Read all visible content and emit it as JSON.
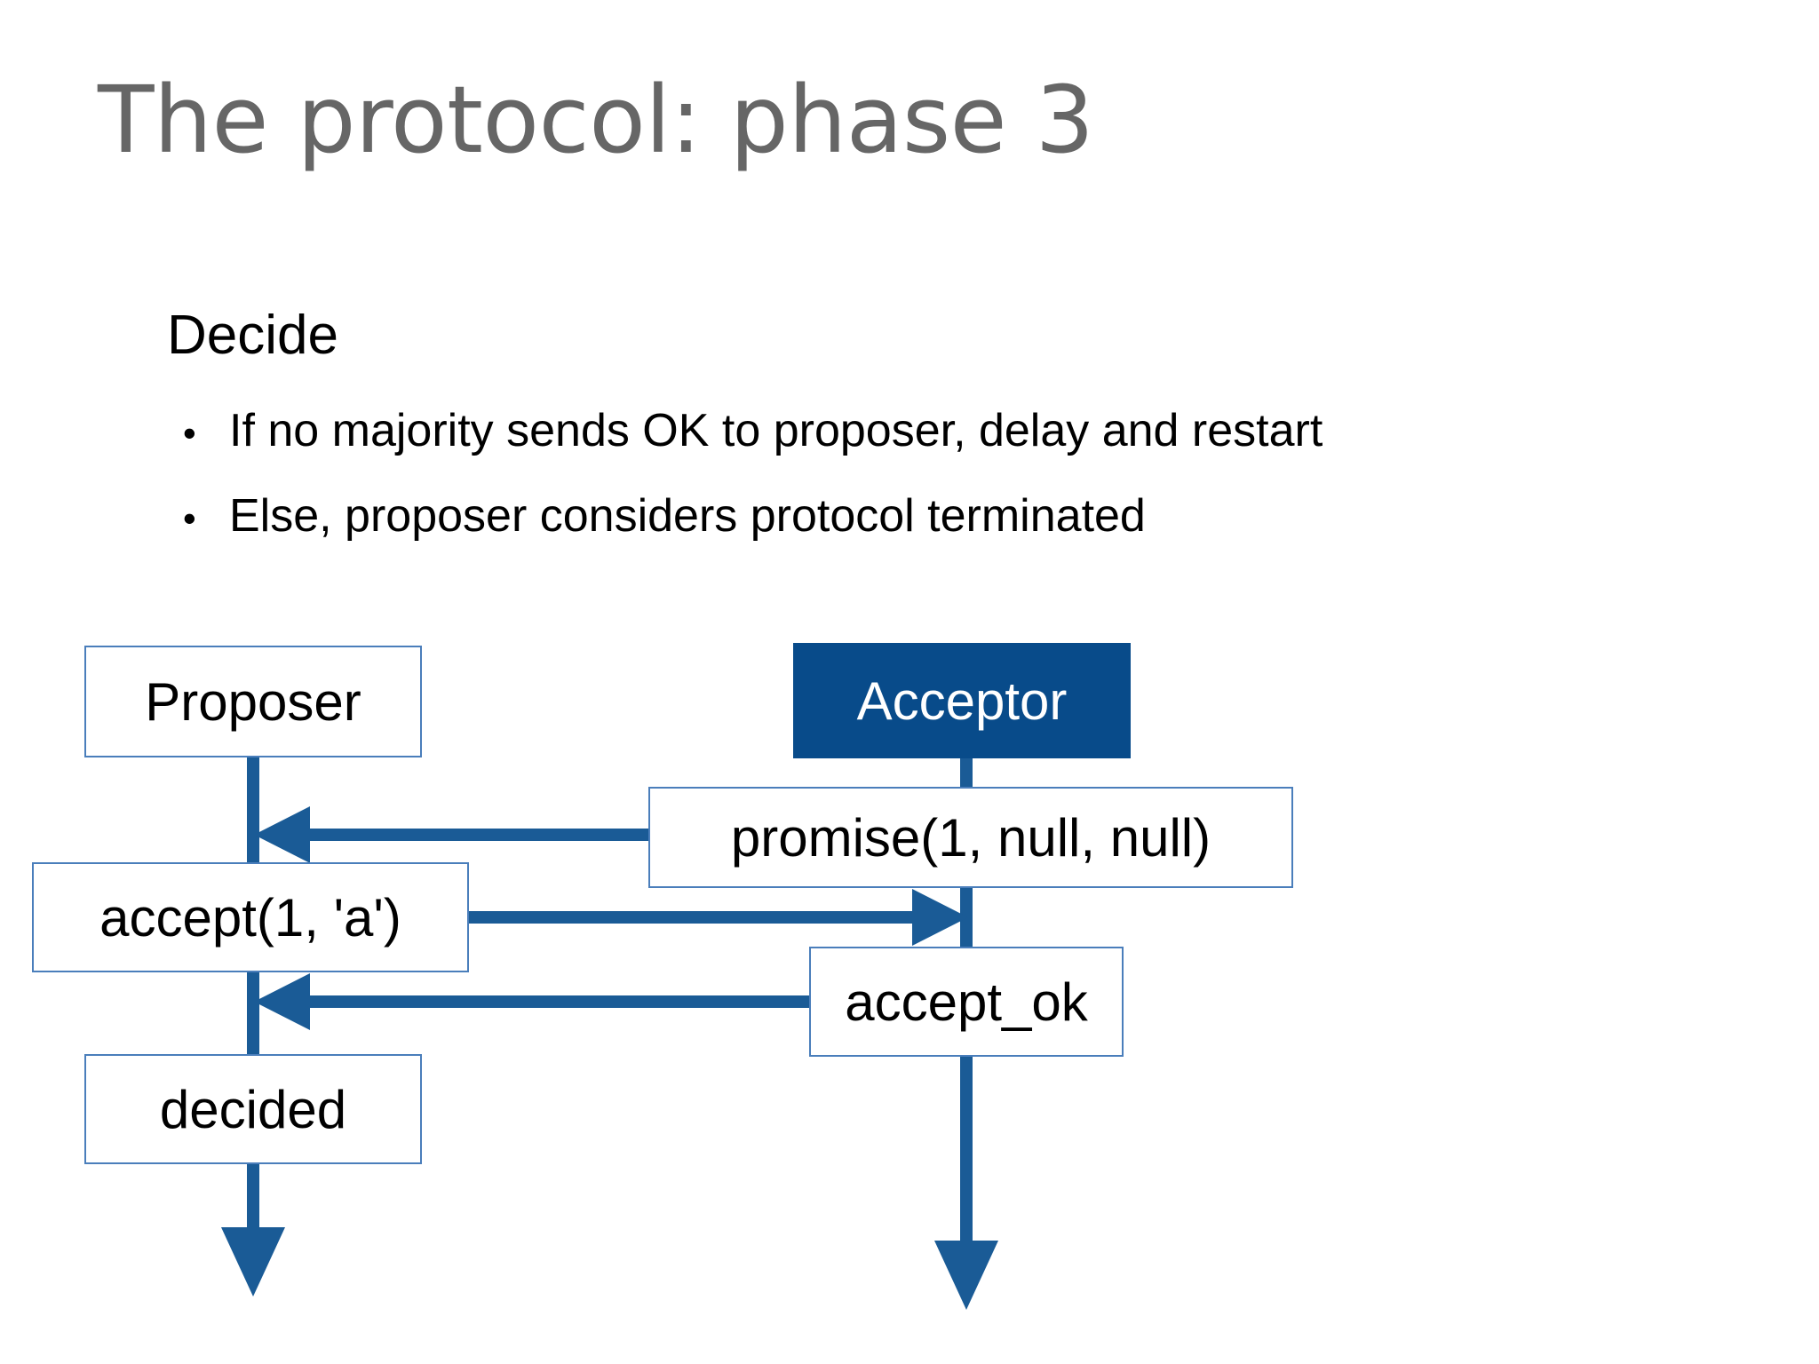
{
  "slide": {
    "title": "The protocol: phase 3",
    "title_color": "#666666",
    "background": "#ffffff"
  },
  "content": {
    "lead": "Decide",
    "bullet_glyph": "•",
    "bullets": [
      "If no majority sends OK to proposer, delay and restart",
      "Else, proposer considers protocol terminated"
    ]
  },
  "diagram": {
    "type": "sequence-diagram",
    "accent_color": "#084b8a",
    "box_border_color": "#4a7ebb",
    "lifelines": [
      {
        "name": "proposer-lifeline",
        "label": "Proposer"
      },
      {
        "name": "acceptor-lifeline",
        "label": "Acceptor"
      }
    ],
    "boxes": [
      {
        "id": "proposer",
        "label": "Proposer",
        "style": "outline"
      },
      {
        "id": "acceptor",
        "label": "Acceptor",
        "style": "filled"
      },
      {
        "id": "promise",
        "label": "promise(1, null, null)",
        "style": "outline"
      },
      {
        "id": "accept",
        "label": "accept(1, 'a')",
        "style": "outline"
      },
      {
        "id": "accept_ok",
        "label": "accept_ok",
        "style": "outline"
      },
      {
        "id": "decided",
        "label": "decided",
        "style": "outline"
      }
    ],
    "messages": [
      {
        "id": "promise",
        "from": "acceptor",
        "to": "proposer",
        "direction": "right-to-left"
      },
      {
        "id": "accept",
        "from": "proposer",
        "to": "acceptor",
        "direction": "left-to-right"
      },
      {
        "id": "accept_ok",
        "from": "acceptor",
        "to": "proposer",
        "direction": "right-to-left"
      }
    ]
  }
}
